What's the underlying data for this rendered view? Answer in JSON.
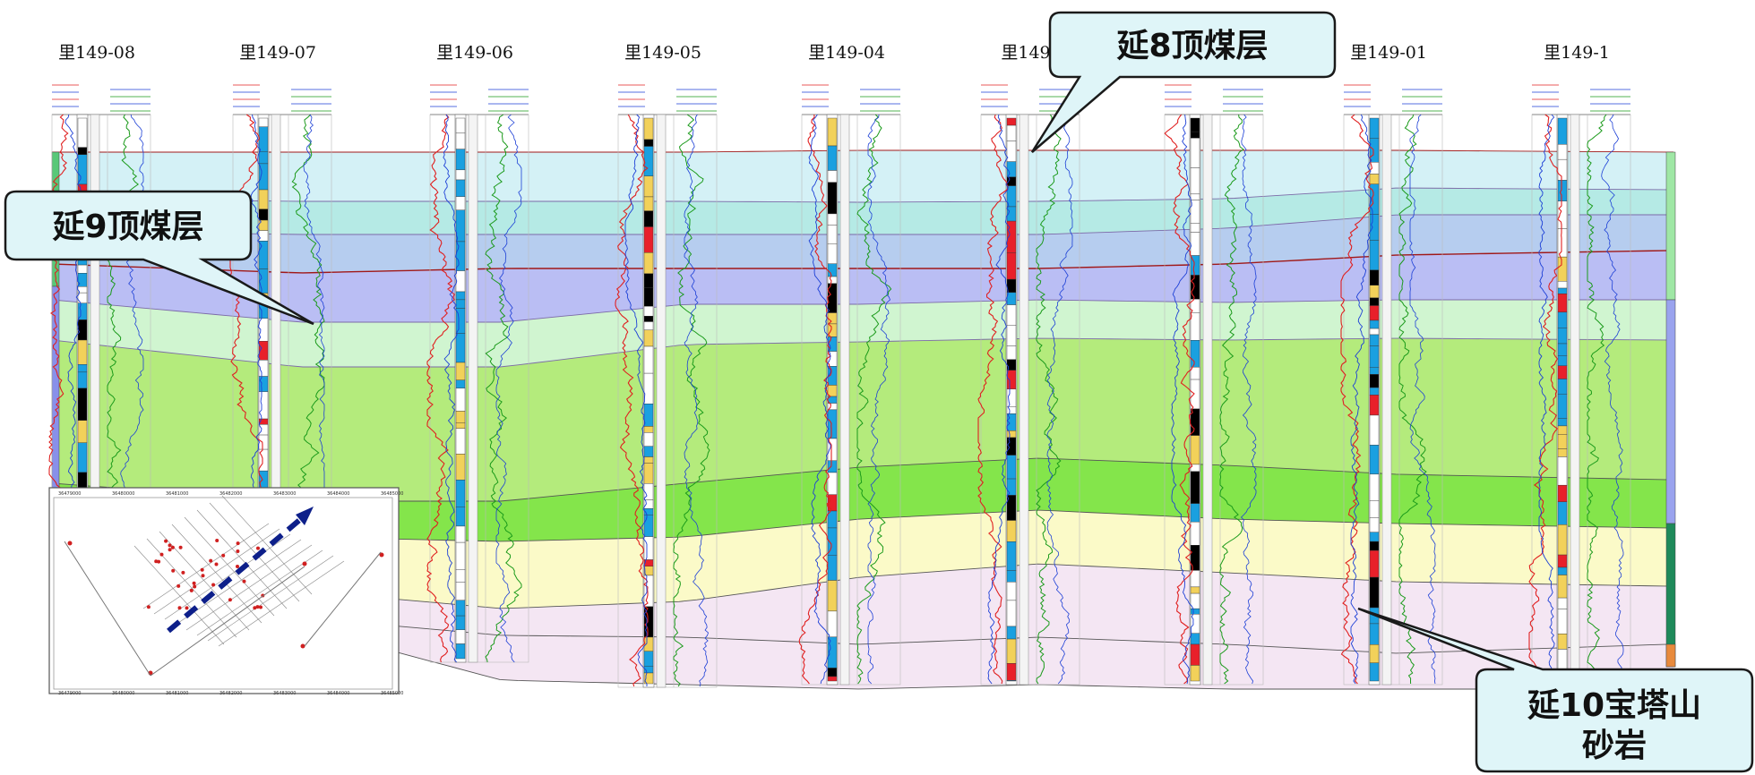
{
  "wells": [
    {
      "name": "里149-08"
    },
    {
      "name": "里149-07"
    },
    {
      "name": "里149-06"
    },
    {
      "name": "里149-05"
    },
    {
      "name": "里149-04"
    },
    {
      "name": "里149"
    },
    {
      "name": ""
    },
    {
      "name": "里149-01"
    },
    {
      "name": "里149-1"
    }
  ],
  "callouts": {
    "yan8": "延8顶煤层",
    "yan9": "延9顶煤层",
    "yan10_line1": "延10宝塔山",
    "yan10_line2": "砂岩"
  },
  "layer_colors": [
    "#cdeff5",
    "#a8e6e0",
    "#a9c4ec",
    "#aeb3f2",
    "#c8f3c8",
    "#a7e765",
    "#6fe02c",
    "#fbfac2",
    "#f3e3f2"
  ],
  "log_colors": {
    "gr": "#e02020",
    "sp": "#1c3fd6",
    "res": "#1a9a1a",
    "sand": "#1aa0e0",
    "coal": "#000000",
    "mudstone": "#e8202a"
  },
  "inset_map": {
    "x_ticks": [
      "36479000",
      "36480000",
      "36481000",
      "36482000",
      "36483000",
      "36484000",
      "36485000"
    ]
  }
}
